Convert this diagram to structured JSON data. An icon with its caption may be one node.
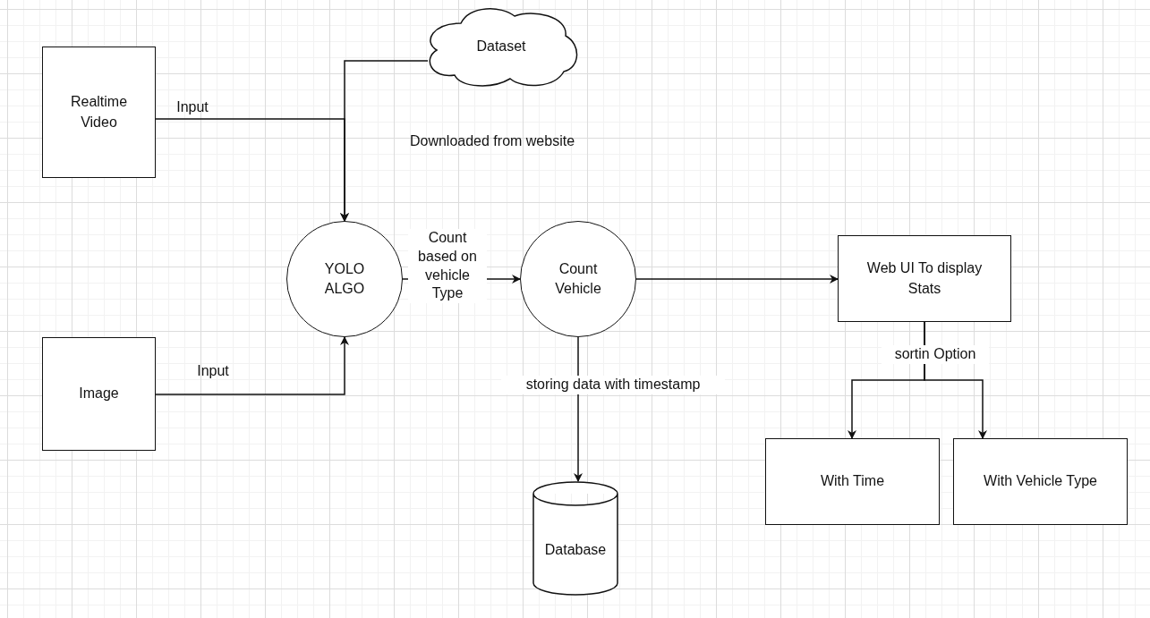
{
  "diagram": {
    "nodes": [
      {
        "text": [
          "Realtime Video"
        ]
      },
      {
        "text": [
          "Dataset"
        ]
      },
      {
        "text": [
          "YOLO ALGO"
        ]
      },
      {
        "text": [
          "Image"
        ]
      },
      {
        "text": [
          "Count Vehicle"
        ]
      },
      {
        "text": [
          "Web UI To display Stats"
        ]
      },
      {
        "text": [
          "Database"
        ]
      },
      {
        "text": [
          "With Time"
        ]
      },
      {
        "text": [
          "With Vehicle Type"
        ]
      }
    ],
    "edges": [
      {
        "from": 0,
        "to": 2,
        "arrow": "to",
        "label": "Input"
      },
      {
        "from": 1,
        "to": 2,
        "arrow": "to",
        "label": "Downloaded from website"
      },
      {
        "from": 3,
        "to": 2,
        "arrow": "to",
        "label": "Input"
      },
      {
        "from": 2,
        "to": 4,
        "arrow": "to",
        "label": "Count based on vehicle Type"
      },
      {
        "from": 4,
        "to": 5,
        "arrow": "to"
      },
      {
        "from": 4,
        "to": 6,
        "arrow": "to",
        "label": "storing data with timestamp"
      },
      {
        "from": 5,
        "to": 7,
        "arrow": "to",
        "label": "sortin Option"
      },
      {
        "from": 5,
        "to": 8,
        "arrow": "to"
      }
    ]
  }
}
